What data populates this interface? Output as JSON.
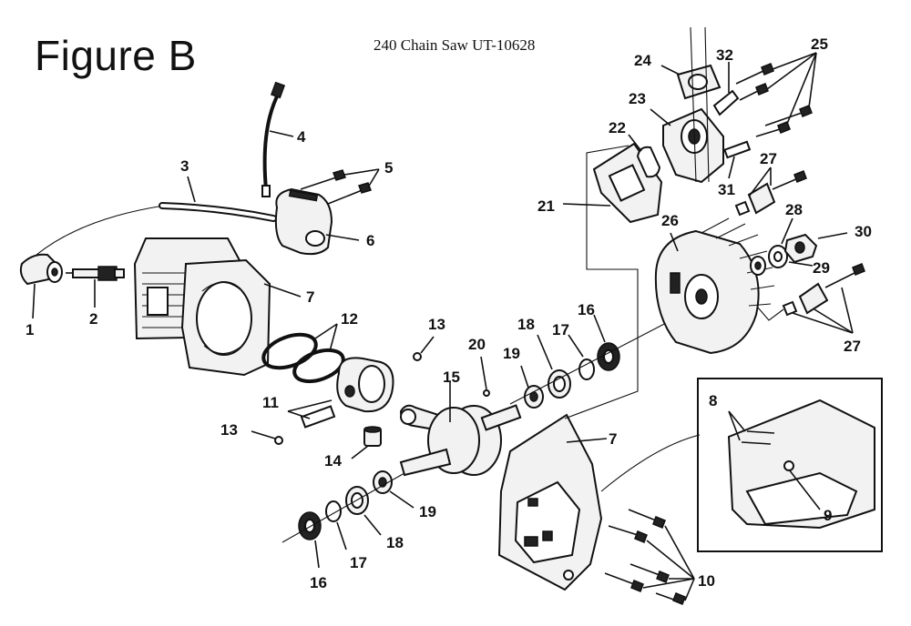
{
  "figure_title": "Figure B",
  "document_title": "240 Chain Saw UT-10628",
  "callouts": {
    "c1": "1",
    "c2": "2",
    "c3": "3",
    "c4": "4",
    "c5": "5",
    "c6": "6",
    "c7": "7",
    "c8": "8",
    "c9": "9",
    "c10": "10",
    "c11": "11",
    "c12": "12",
    "c13": "13",
    "c14": "14",
    "c15": "15",
    "c16": "16",
    "c17": "17",
    "c18": "18",
    "c19": "19",
    "c20": "20",
    "c21": "21",
    "c22": "22",
    "c23": "23",
    "c24": "24",
    "c25": "25",
    "c26": "26",
    "c27": "27",
    "c28": "28",
    "c29": "29",
    "c30": "30",
    "c31": "31",
    "c32": "32"
  },
  "colors": {
    "ink": "#111111",
    "paper": "#ffffff",
    "fill": "#f2f2f2"
  }
}
